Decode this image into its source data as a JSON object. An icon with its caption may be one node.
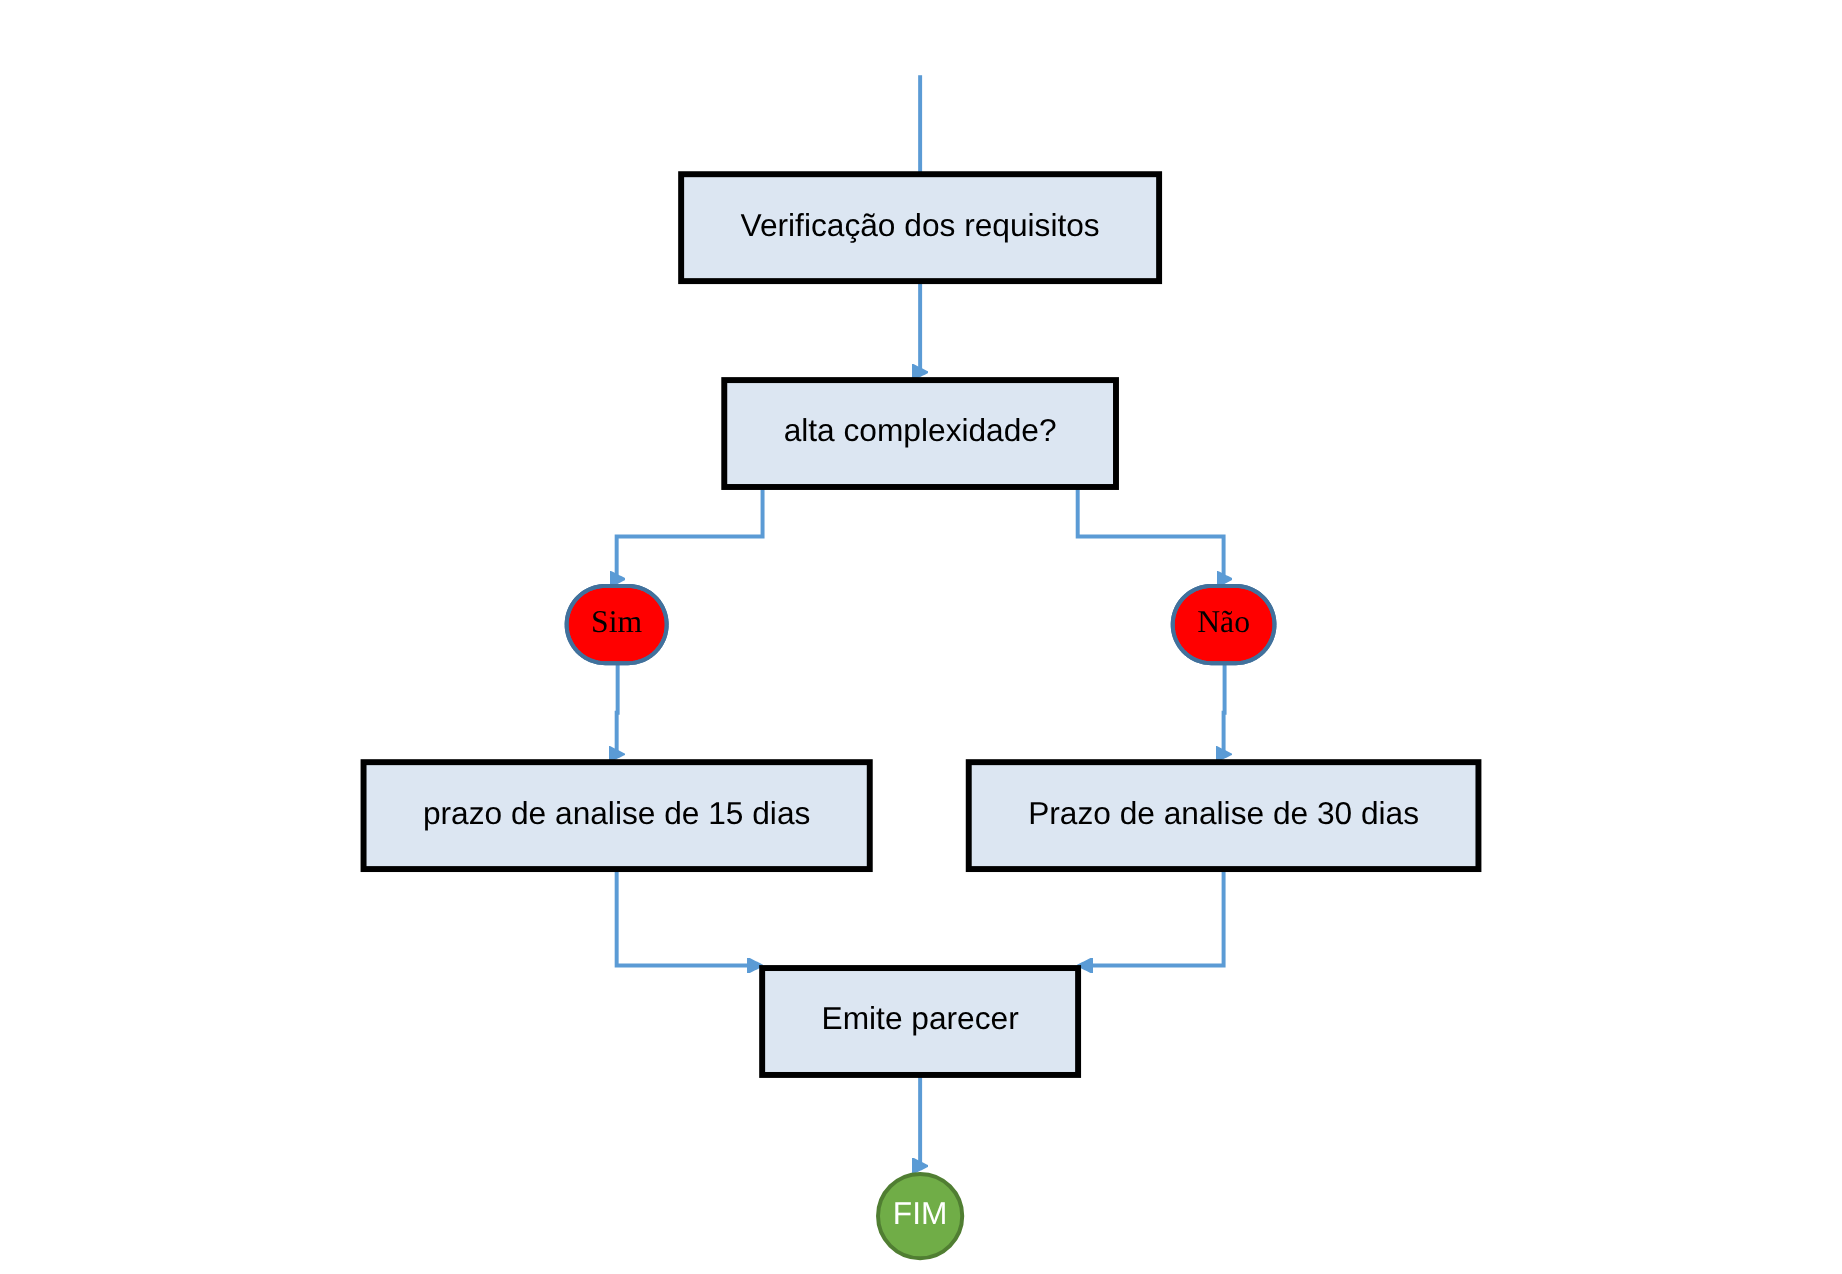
{
  "diagram": {
    "nodes": [
      {
        "text": [
          "Verificação dos requisitos"
        ]
      },
      {
        "text": [
          "alta complexidade?"
        ]
      },
      {
        "text": [
          "Sim"
        ]
      },
      {
        "text": [
          "Não"
        ]
      },
      {
        "text": [
          "prazo de analise de 15 dias"
        ]
      },
      {
        "text": [
          "Prazo de analise de 30 dias"
        ]
      },
      {
        "text": [
          "Emite parecer"
        ]
      },
      {
        "text": [
          "FIM"
        ]
      }
    ],
    "edges": [
      {
        "from": null,
        "to": 0,
        "arrow": "none"
      },
      {
        "from": 0,
        "to": 1,
        "arrow": "to"
      },
      {
        "from": 1,
        "to": 2,
        "arrow": "to"
      },
      {
        "from": 1,
        "to": 3,
        "arrow": "to"
      },
      {
        "from": 2,
        "to": 4,
        "arrow": "to"
      },
      {
        "from": 3,
        "to": 5,
        "arrow": "to"
      },
      {
        "from": 4,
        "to": 6,
        "arrow": "to"
      },
      {
        "from": 5,
        "to": 6,
        "arrow": "to"
      },
      {
        "from": 6,
        "to": 7,
        "arrow": "to"
      }
    ]
  }
}
